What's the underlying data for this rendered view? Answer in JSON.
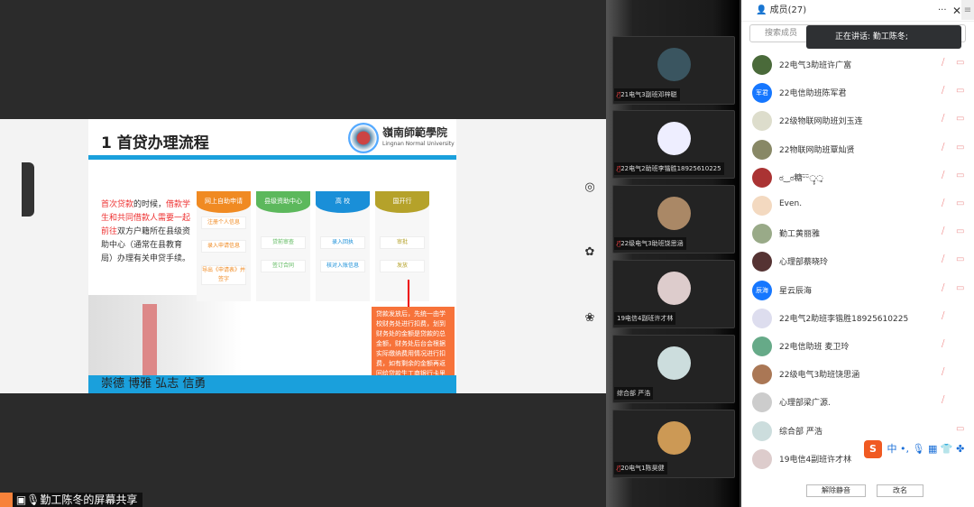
{
  "share": {
    "label": "勤工陈冬的屏幕共享"
  },
  "slide": {
    "title": "1 首贷办理流程",
    "logo_cn": "嶺南師範學院",
    "logo_en": "Lingnan Normal University",
    "intro_red1": "首次贷款",
    "intro_1": "的时候，",
    "intro_red2": "借款学生和共同借款人需要一起前往",
    "intro_2": "双方户籍所在县级资助中心（通常在县教育局）办理有关申贷手续。",
    "columns": [
      {
        "head": "网上自助申请",
        "color": "#f08a22",
        "steps": [
          "注册个人信息",
          "录入申请信息",
          "导出《申请表》并签字"
        ]
      },
      {
        "head": "县级资助中心",
        "color": "#5cb85c",
        "steps": [
          "贷前审查",
          "签订合同"
        ]
      },
      {
        "head": "高 校",
        "color": "#1a8fd8",
        "steps": [
          "录入回执",
          "核对入账信息"
        ]
      },
      {
        "head": "国开行",
        "color": "#b5a22a",
        "steps": [
          "审批",
          "发放"
        ]
      }
    ],
    "note": "贷款发放后，先统一由学校财务处进行扣费，划到财务处的金额是贷款的总金额，财务处后台会根据实际缴纳费用情况进行扣费，如有剩余的金额再返回给贷款生工商银行卡里",
    "motto": "崇德  博雅  弘志  信勇"
  },
  "videos": [
    {
      "name": "21电气3副班邓梓聪",
      "muted": true,
      "color": "#3a5560"
    },
    {
      "name": "22电气2助班李锴胜18925610225",
      "muted": true,
      "color": "#eef"
    },
    {
      "name": "22级电气3助班饶思涵",
      "muted": true,
      "color": "#a86"
    },
    {
      "name": "19电信4副班许才林",
      "muted": false,
      "color": "#dcc"
    },
    {
      "name": "综合部 严浩",
      "muted": false,
      "color": "#cdd"
    },
    {
      "name": "20电气1陈昊健",
      "muted": true,
      "color": "#c95"
    }
  ],
  "panel": {
    "title": "成员(27)",
    "search_placeholder": "搜索成员",
    "speaking": "正在讲话: 勤工陈冬;",
    "unmute": "解除静音",
    "rename": "改名",
    "members": [
      {
        "name": "22电气3助班许广富",
        "avatar": "",
        "color": "#4a6a3a",
        "mic": true,
        "cam": true
      },
      {
        "name": "22电信助班陈军君",
        "avatar": "军君",
        "color": "#1677ff",
        "mic": true,
        "cam": true
      },
      {
        "name": "22级物联网助班刘玉连",
        "avatar": "",
        "color": "#ddc",
        "mic": true,
        "cam": true
      },
      {
        "name": "22物联网助班覃灿贤",
        "avatar": "",
        "color": "#886",
        "mic": true,
        "cam": true
      },
      {
        "name": "ಠ‿ಠ糖ᵕ̈ᵕ̈◌̥̥◌̥",
        "avatar": "",
        "color": "#a33",
        "mic": true,
        "cam": true
      },
      {
        "name": "Even.",
        "avatar": "",
        "color": "#f3d9c0",
        "mic": true,
        "cam": true
      },
      {
        "name": "勤工黄丽雅",
        "avatar": "",
        "color": "#9a8",
        "mic": true,
        "cam": true
      },
      {
        "name": "心理部蔡晓玲",
        "avatar": "",
        "color": "#533",
        "mic": true,
        "cam": true
      },
      {
        "name": "星云辰海",
        "avatar": "辰海",
        "color": "#1677ff",
        "mic": true,
        "cam": true
      },
      {
        "name": "22电气2助班李锴胜18925610225",
        "avatar": "",
        "color": "#dde",
        "mic": true,
        "cam": false
      },
      {
        "name": "22电信助班 麦卫玲",
        "avatar": "",
        "color": "#6a8",
        "mic": true,
        "cam": false
      },
      {
        "name": "22级电气3助班饶思涵",
        "avatar": "",
        "color": "#a75",
        "mic": true,
        "cam": false
      },
      {
        "name": "心理部梁广源.",
        "avatar": "",
        "color": "#ccc",
        "mic": true,
        "cam": false
      },
      {
        "name": "综合部  严浩",
        "avatar": "",
        "color": "#cdd",
        "mic": false,
        "cam": true
      },
      {
        "name": "19电信4副班许才林",
        "avatar": "",
        "color": "#dcc",
        "mic": false,
        "cam": false
      }
    ]
  },
  "ime": {
    "logo": "S",
    "lang": "中",
    "punct": "•,"
  }
}
